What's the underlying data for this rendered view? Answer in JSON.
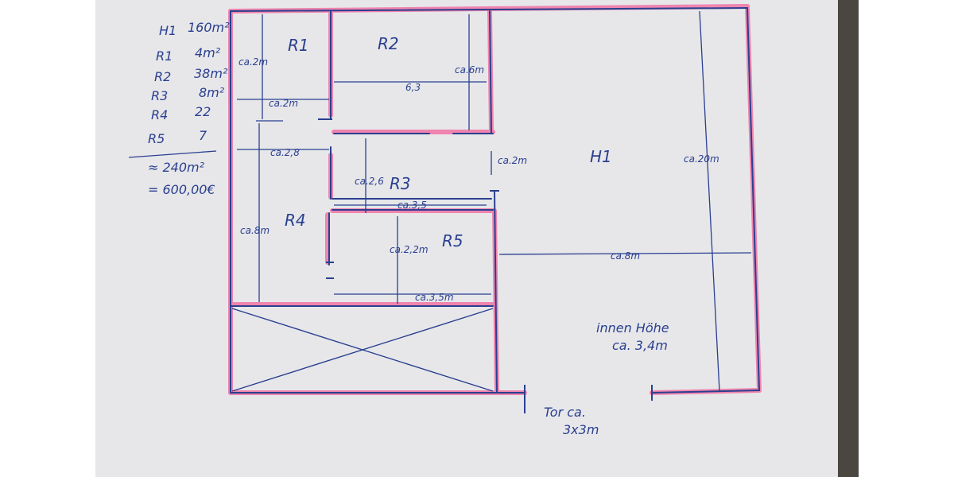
{
  "legend": {
    "rows": [
      {
        "name": "H1",
        "area": "160m²"
      },
      {
        "name": "R1",
        "area": "4m²"
      },
      {
        "name": "R2",
        "area": "38m²"
      },
      {
        "name": "R3",
        "area": "8m²"
      },
      {
        "name": "R4",
        "area": "22"
      },
      {
        "name": "R5",
        "area": "7"
      }
    ],
    "total": "≈ 240m²",
    "price": "= 600,00€"
  },
  "rooms": {
    "h1": "H1",
    "r1": "R1",
    "r2": "R2",
    "r3": "R3",
    "r4": "R4",
    "r5": "R5"
  },
  "dimensions": {
    "r1_height": "ca.2m",
    "r1_width": "ca.2m",
    "r2_width": "6,3",
    "r2_height": "ca.6m",
    "r4_width": "ca.2,8",
    "r3_height": "ca.2,6",
    "r3_width": "ca.3,5",
    "corridor": "ca.2m",
    "r4_height": "ca.8m",
    "r5_height": "ca.2,2m",
    "r5_width": "ca.3,5m",
    "h1_height": "ca.20m",
    "h1_width": "ca.8m"
  },
  "notes": {
    "inner_height_1": "innen Höhe",
    "inner_height_2": "ca. 3,4m",
    "gate_1": "Tor ca.",
    "gate_2": "3x3m"
  },
  "colors": {
    "paper": "#e6e6e8",
    "ink": "#2a3f8f",
    "highlight": "#f07aa8",
    "background_left": "#ffffff",
    "background_right": "#4a4640"
  }
}
